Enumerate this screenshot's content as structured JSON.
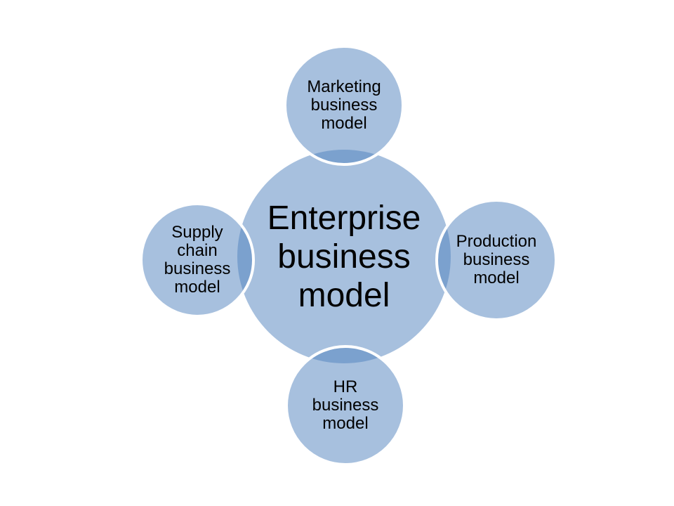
{
  "slide": {
    "background_color": "#ffffff"
  },
  "diagram": {
    "type": "radial-cycle",
    "shape_fill_color": "#4F81BD",
    "shape_fill_opacity": "0.5",
    "shape_border_color": "#ffffff",
    "text_color": "#000000",
    "center": {
      "label": "Enterprise\nbusiness\nmodel"
    },
    "satellites": [
      {
        "position": "top",
        "label": "Marketing\nbusiness\nmodel"
      },
      {
        "position": "right",
        "label": "Production\nbusiness\nmodel"
      },
      {
        "position": "bottom",
        "label": "HR\nbusiness\nmodel"
      },
      {
        "position": "left",
        "label": "Supply\nchain\nbusiness\nmodel"
      }
    ]
  }
}
